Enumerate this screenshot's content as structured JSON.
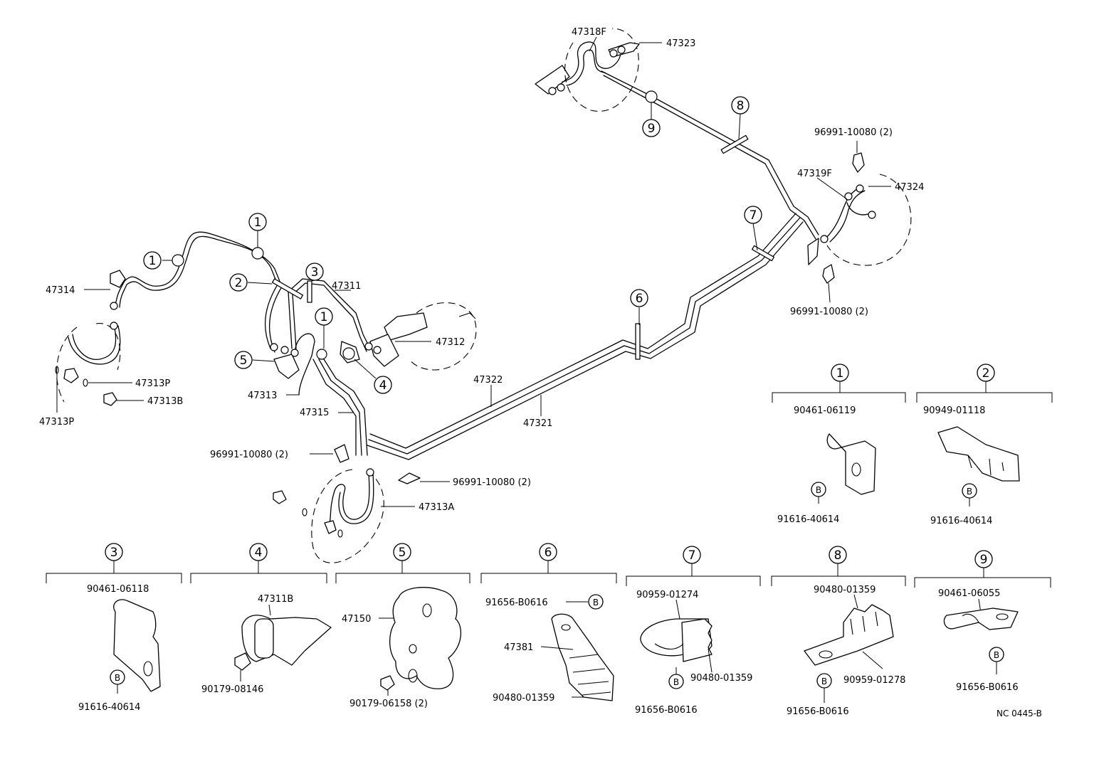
{
  "labels": {
    "p47318F": "47318F",
    "p47323": "47323",
    "p47319F": "47319F",
    "p47324": "47324",
    "clipTopRightA": "96991-10080 (2)",
    "clipTopRightB": "96991-10080 (2)",
    "p47314": "47314",
    "p47313P_a": "47313P",
    "p47313B": "47313B",
    "p47313P_b": "47313P",
    "p47311": "47311",
    "p47312": "47312",
    "p47313": "47313",
    "p47315": "47315",
    "p47322": "47322",
    "p47321": "47321",
    "clipLeftA": "96991-10080 (2)",
    "clipLeftB": "96991-10080 (2)",
    "p47313A": "47313A"
  },
  "callouts": {
    "c1a": "1",
    "c1b": "1",
    "c1c": "1",
    "c2": "2",
    "c3": "3",
    "c4": "4",
    "c5": "5",
    "c6": "6",
    "c7": "7",
    "c8": "8",
    "c9": "9"
  },
  "details": {
    "d1": {
      "ref": "1",
      "part": "90461-06119",
      "bolt_badge": "B",
      "bolt": "91616-40614"
    },
    "d2": {
      "ref": "2",
      "part": "90949-01118",
      "bolt_badge": "B",
      "bolt": "91616-40614"
    },
    "d3": {
      "ref": "3",
      "part": "90461-06118",
      "bolt_badge": "B",
      "bolt": "91616-40614"
    },
    "d4": {
      "ref": "4",
      "part": "47311B",
      "bolt": "90179-08146"
    },
    "d5": {
      "ref": "5",
      "part": "47150",
      "bolt": "90179-06158 (2)"
    },
    "d6": {
      "ref": "6",
      "bolt": "91656-B0616",
      "bolt_badge": "B",
      "bracket": "47381",
      "clamp": "90480-01359"
    },
    "d7": {
      "ref": "7",
      "part": "90959-01274",
      "clamp": "90480-01359",
      "bolt_badge": "B",
      "bolt": "91656-B0616"
    },
    "d8": {
      "ref": "8",
      "part": "90480-01359",
      "clamp": "90959-01278",
      "bolt_badge": "B",
      "bolt": "91656-B0616"
    },
    "d9": {
      "ref": "9",
      "part": "90461-06055",
      "bolt_badge": "B",
      "bolt": "91656-B0616"
    }
  },
  "drawing_code": "NC 0445-B"
}
